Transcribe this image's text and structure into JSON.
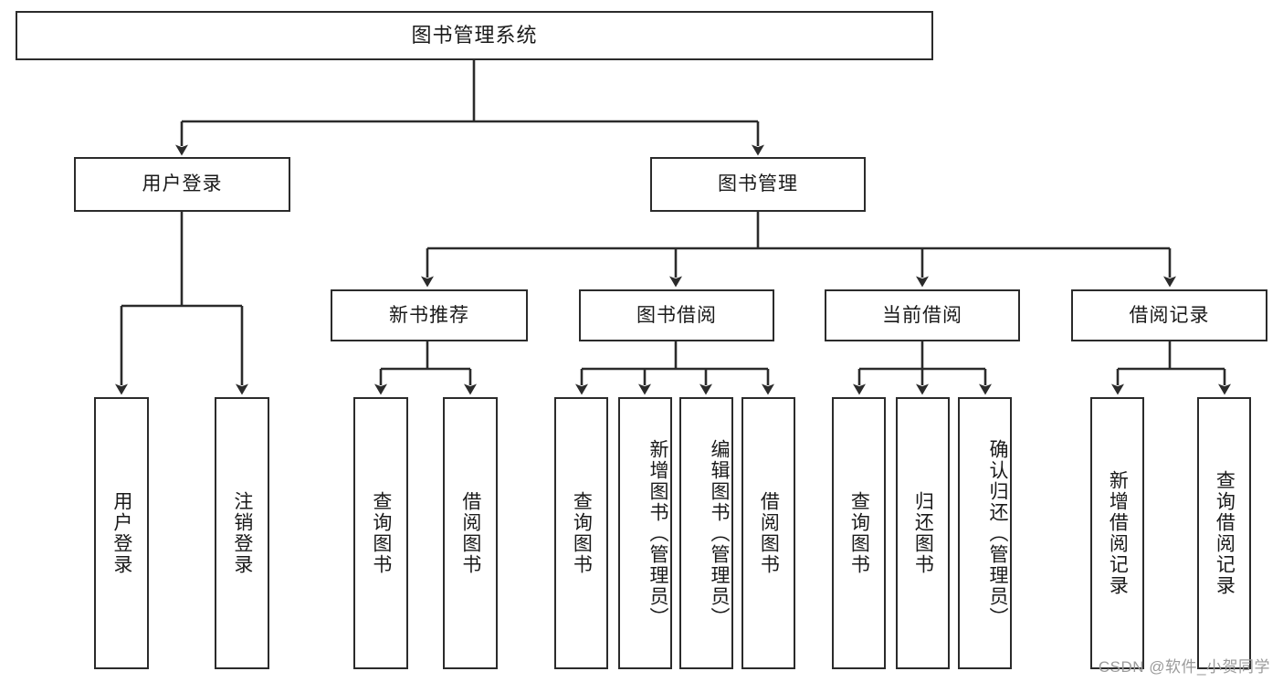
{
  "diagram": {
    "title": "图书管理系统",
    "type": "hierarchy-tree",
    "root": {
      "label": "图书管理系统"
    },
    "level2": [
      {
        "label": "用户登录"
      },
      {
        "label": "图书管理"
      }
    ],
    "level3": [
      {
        "label": "新书推荐"
      },
      {
        "label": "图书借阅"
      },
      {
        "label": "当前借阅"
      },
      {
        "label": "借阅记录"
      }
    ],
    "leaves": {
      "user_login": [
        {
          "label": "用户登录"
        },
        {
          "label": "注销登录"
        }
      ],
      "new_book_recommend": [
        {
          "label": "查询图书"
        },
        {
          "label": "借阅图书"
        }
      ],
      "book_borrow": [
        {
          "label": "查询图书"
        },
        {
          "label": "新增图书（管理员）"
        },
        {
          "label": "编辑图书（管理员）"
        },
        {
          "label": "借阅图书"
        }
      ],
      "current_borrow": [
        {
          "label": "查询图书"
        },
        {
          "label": "归还图书"
        },
        {
          "label": "确认归还（管理员）"
        }
      ],
      "borrow_record": [
        {
          "label": "新增借阅记录"
        },
        {
          "label": "查询借阅记录"
        }
      ]
    }
  },
  "watermark": {
    "text": "CSDN @软件_小贺同学"
  },
  "colors": {
    "stroke": "#2b2b2b",
    "box_fill": "#ffffff",
    "text": "#1a1a1a",
    "watermark": "#9b9b9b",
    "background": "#ffffff"
  }
}
